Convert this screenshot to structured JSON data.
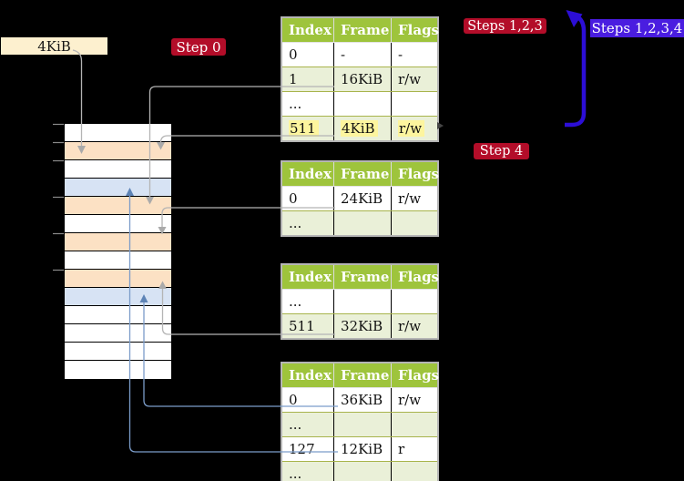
{
  "labels": {
    "frame_size_tag": "4KiB",
    "step0": "Step 0",
    "steps_123": "Steps 1,2,3",
    "steps_1234": "Steps 1,2,3,4",
    "step4": "Step 4"
  },
  "colors": {
    "background": "#000000",
    "step_badge_red": "#b30d29",
    "steps_badge_blue": "#4a1de0",
    "recursion_arrow_blue": "#2c0ed6",
    "table_header_green": "#9ec43c",
    "table_row_green": "#eaf0d8",
    "highlight_yellow": "#fdf59e",
    "frame_tag_cream": "#fdf0cf",
    "memory_row_peach": "#fce1c4",
    "memory_row_blue": "#d7e3f4",
    "connector_gray": "#b4b4b4",
    "connector_blue": "#7b9cc9"
  },
  "memory": {
    "rows": [
      "white",
      "peach",
      "white",
      "blue",
      "peach",
      "white",
      "peach",
      "white",
      "peach",
      "blue",
      "white",
      "white",
      "white",
      "white"
    ]
  },
  "tables": [
    {
      "name": "level-4-table",
      "headers": [
        "Index",
        "Frame",
        "Flags"
      ],
      "rows": [
        [
          "0",
          "-",
          "-"
        ],
        [
          "1",
          "16KiB",
          "r/w"
        ],
        [
          "...",
          "",
          ""
        ],
        [
          "511",
          "4KiB",
          "r/w"
        ]
      ]
    },
    {
      "name": "level-3-table",
      "headers": [
        "Index",
        "Frame",
        "Flags"
      ],
      "rows": [
        [
          "0",
          "24KiB",
          "r/w"
        ],
        [
          "...",
          "",
          ""
        ]
      ]
    },
    {
      "name": "level-2-table",
      "headers": [
        "Index",
        "Frame",
        "Flags"
      ],
      "rows": [
        [
          "...",
          "",
          ""
        ],
        [
          "511",
          "32KiB",
          "r/w"
        ]
      ]
    },
    {
      "name": "level-1-table",
      "headers": [
        "Index",
        "Frame",
        "Flags"
      ],
      "rows": [
        [
          "0",
          "36KiB",
          "r/w"
        ],
        [
          "...",
          "",
          ""
        ],
        [
          "127",
          "12KiB",
          "r"
        ],
        [
          "...",
          "",
          ""
        ]
      ]
    }
  ]
}
